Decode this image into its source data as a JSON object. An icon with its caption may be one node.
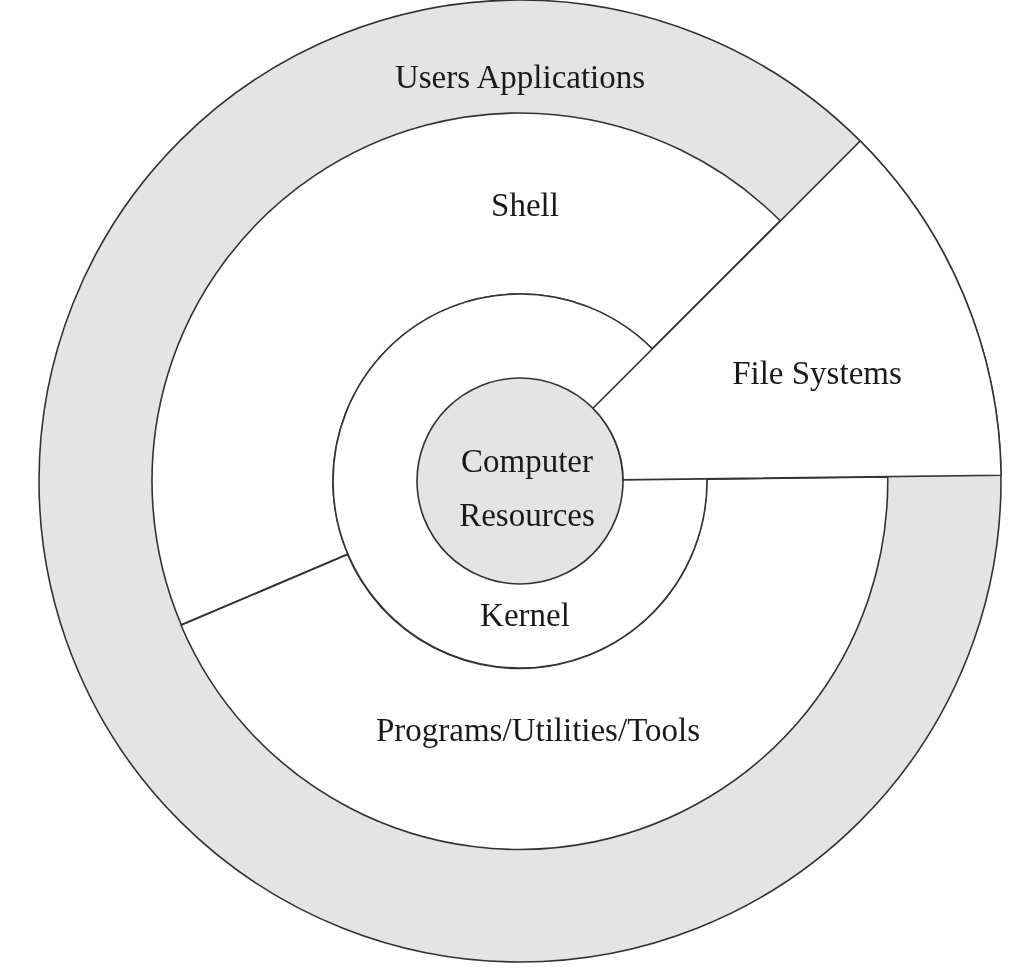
{
  "diagram": {
    "nodes": [
      {
        "text": [
          "Users Applications"
        ]
      },
      {
        "text": [
          "Shell"
        ],
        "in": 0
      },
      {
        "text": [
          "File Systems"
        ],
        "in": 0
      },
      {
        "text": [
          "Kernel"
        ],
        "in": 0
      },
      {
        "text": [
          "Computer Resources"
        ],
        "in": 3
      },
      {
        "text": [
          "Programs/Utilities/Tools"
        ],
        "in": 0
      }
    ]
  }
}
